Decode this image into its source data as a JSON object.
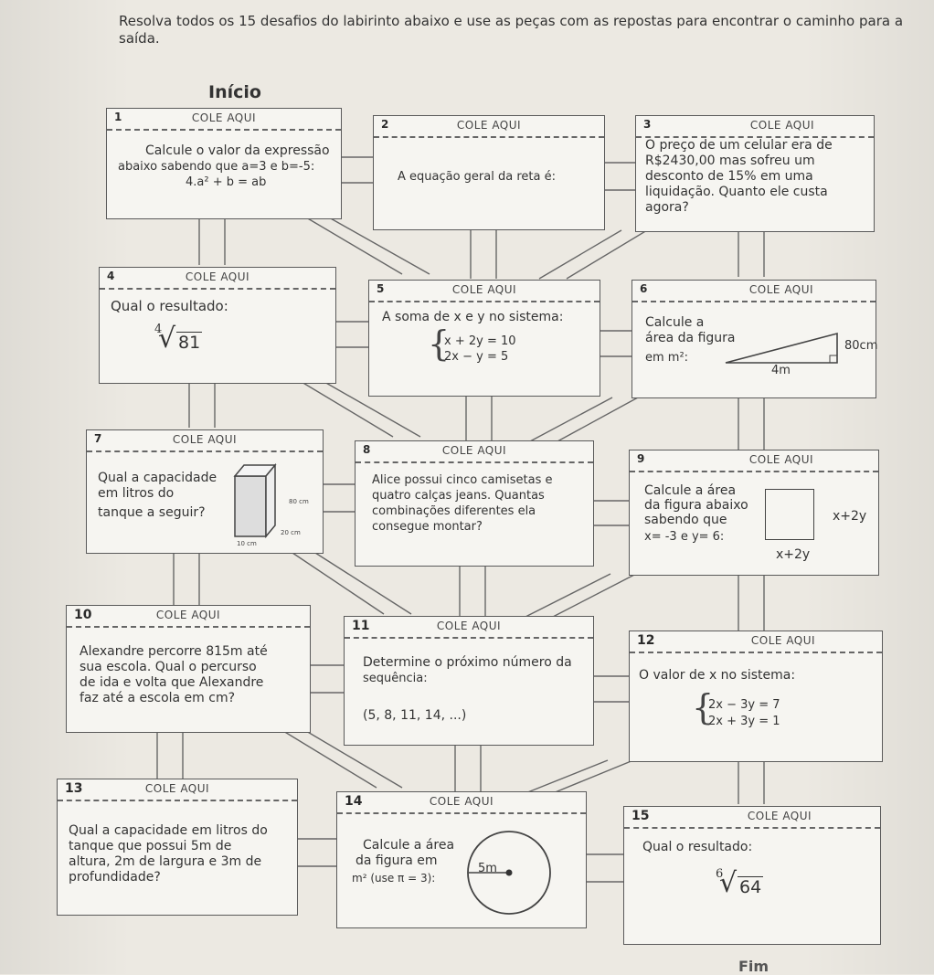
{
  "instructions": "Resolva todos os 15 desafios do labirinto abaixo e use as peças com as repostas para encontrar o caminho para a saída.",
  "start_label": "Início",
  "end_label": "Fim",
  "paste_label": "COLE AQUI",
  "boxes": [
    {
      "number": "1",
      "lines": [
        "Calcule o valor da expressão",
        "abaixo sabendo que a=3 e b=-5:"
      ],
      "expression": "4.a² + b = ab"
    },
    {
      "number": "2",
      "lines": [
        "A equação geral da reta é:"
      ]
    },
    {
      "number": "3",
      "lines": [
        "O preço de um celular era de",
        "R$2430,00 mas sofreu um",
        "desconto de 15% em uma",
        "liquidação. Quanto ele custa",
        "agora?"
      ]
    },
    {
      "number": "4",
      "lines": [
        "Qual o resultado:"
      ],
      "root_index": "4",
      "radicand": "81"
    },
    {
      "number": "5",
      "lines": [
        "A soma de x e y no sistema:"
      ],
      "equations": [
        "x + 2y = 10",
        "2x − y = 5"
      ]
    },
    {
      "number": "6",
      "lines": [
        "Calcule a",
        "área da figura",
        "em m²:"
      ],
      "side_a": "80cm",
      "side_b": "4m"
    },
    {
      "number": "7",
      "lines": [
        "Qual a capacidade",
        "em litros do",
        "tanque a seguir?"
      ],
      "dim_h": "80 cm",
      "dim_d": "20 cm",
      "dim_w": "10 cm"
    },
    {
      "number": "8",
      "lines": [
        "Alice possui cinco camisetas e",
        "quatro calças jeans. Quantas",
        "combinações diferentes ela",
        "consegue montar?"
      ]
    },
    {
      "number": "9",
      "lines": [
        "Calcule a área",
        "da figura abaixo",
        "sabendo que",
        "x= -3 e y= 6:"
      ],
      "side_right": "x+2y",
      "side_bottom": "x+2y"
    },
    {
      "number": "10",
      "lines": [
        "Alexandre percorre 815m até",
        "sua escola. Qual o percurso",
        "de ida e volta que Alexandre",
        "faz até a escola em cm?"
      ]
    },
    {
      "number": "11",
      "lines": [
        "Determine o próximo número da",
        "sequência:"
      ],
      "sequence": "(5, 8, 11, 14, ...)"
    },
    {
      "number": "12",
      "lines": [
        "O valor de x no sistema:"
      ],
      "equations": [
        "2x − 3y = 7",
        "2x + 3y = 1"
      ]
    },
    {
      "number": "13",
      "lines": [
        "Qual a capacidade em litros do",
        "tanque que possui 5m de",
        "altura, 2m de largura e 3m de",
        "profundidade?"
      ]
    },
    {
      "number": "14",
      "lines": [
        "Calcule a área",
        "da figura em",
        "m² (use π = 3):"
      ],
      "radius": "5m"
    },
    {
      "number": "15",
      "lines": [
        "Qual o resultado:"
      ],
      "root_index": "6",
      "radicand": "64"
    }
  ]
}
